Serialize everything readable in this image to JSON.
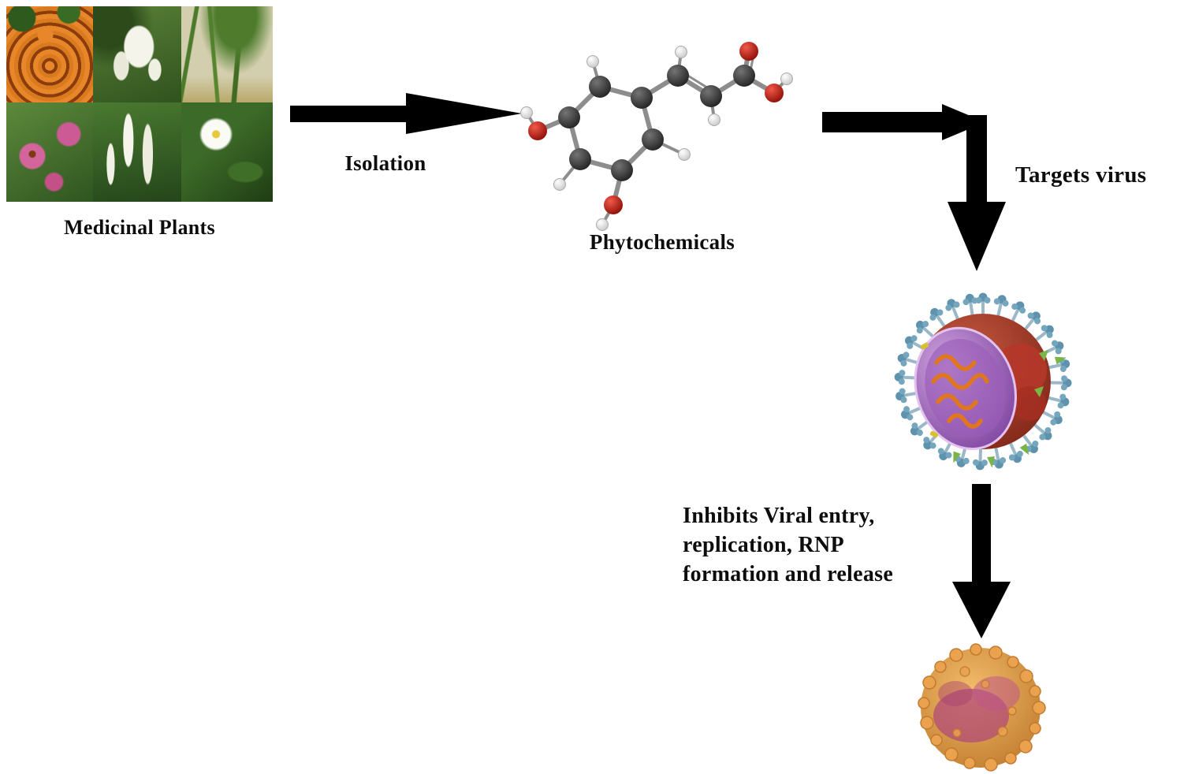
{
  "labels": {
    "medicinal_plants": "Medicinal Plants",
    "isolation": "Isolation",
    "phytochemicals": "Phytochemicals",
    "targets_virus": "Targets virus",
    "inhibits": "Inhibits Viral entry,\nreplication, RNP\nformation and release"
  },
  "colors": {
    "background": "#ffffff",
    "arrow": "#000000",
    "text": "#0d0d0d",
    "molecule_carbon": "#3a3a3a",
    "molecule_oxygen": "#d93025",
    "molecule_hydrogen": "#f2f2f2",
    "virus_spike_blue": "#5f93ad",
    "virus_envelope_purple": "#9a5cb8",
    "virus_core_red": "#b5372a",
    "virus_rnp_orange": "#e0761f",
    "second_virus_orange": "#dd9640",
    "second_virus_magenta": "#b04878"
  },
  "images": {
    "collage": "medicinal-plants-photo-collage",
    "molecule": "phytochemical-ball-and-stick-molecule",
    "virus_top": "enveloped-virus-cutaway",
    "virus_bottom": "inhibited-virus-particle"
  }
}
